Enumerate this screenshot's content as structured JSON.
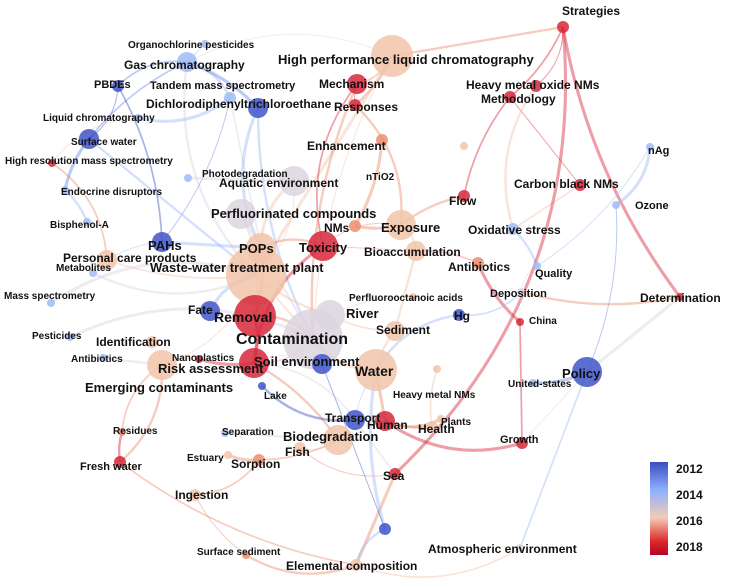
{
  "colorbar": {
    "ticks": [
      "2012",
      "2014",
      "2016",
      "2018"
    ],
    "colors": [
      "#3b4cc0",
      "#8db0fe",
      "#f2cbb7",
      "#dd2a2a",
      "#b40426"
    ]
  },
  "node_colors": {
    "2012": "#4055c8",
    "2013": "#6b8ae6",
    "2014": "#9fbcf6",
    "2015": "#dcd5de",
    "2016": "#f2c4aa",
    "2017": "#ec8f6f",
    "2018": "#d6283a"
  },
  "nodes": [
    {
      "id": "strategies",
      "label": "Strategies",
      "year": "2018",
      "size": "s"
    },
    {
      "id": "organochlorine",
      "label": "Organochlorine pesticides",
      "year": "2014",
      "size": "xs"
    },
    {
      "id": "hplc",
      "label": "High performance liquid chromatography",
      "year": "2016",
      "size": "xl"
    },
    {
      "id": "gc",
      "label": "Gas chromatography",
      "year": "2014",
      "size": "m"
    },
    {
      "id": "mechanism",
      "label": "Mechanism",
      "year": "2018",
      "size": "m"
    },
    {
      "id": "heavymetaloxide",
      "label": "Heavy metal oxide NMs",
      "year": "2018",
      "size": "s"
    },
    {
      "id": "methodology",
      "label": "Methodology",
      "year": "2018",
      "size": "s"
    },
    {
      "id": "pbdes",
      "label": "PBDEs",
      "year": "2012",
      "size": "s"
    },
    {
      "id": "tandem",
      "label": "Tandem mass spectrometry",
      "year": "2014",
      "size": "s"
    },
    {
      "id": "ddt",
      "label": "Dichlorodiphenyltrichloroethane",
      "year": "2012",
      "size": "m"
    },
    {
      "id": "responses",
      "label": "Responses",
      "year": "2018",
      "size": "s"
    },
    {
      "id": "lc",
      "label": "Liquid chromatography",
      "year": "2014",
      "size": "xs"
    },
    {
      "id": "surfacewater",
      "label": "Surface water",
      "year": "2012",
      "size": "m"
    },
    {
      "id": "enhancement",
      "label": "Enhancement",
      "year": "2017",
      "size": "s"
    },
    {
      "id": "nag",
      "label": "nAg",
      "year": "2014",
      "size": "xs"
    },
    {
      "id": "hrms",
      "label": "High resolution mass spectrometry",
      "year": "2018",
      "size": "xs"
    },
    {
      "id": "photodeg",
      "label": "Photodegradation",
      "year": "2014",
      "size": "xs"
    },
    {
      "id": "aquatic",
      "label": "Aquatic environment",
      "year": "2015",
      "size": "l"
    },
    {
      "id": "ntio2",
      "label": "nTiO2",
      "year": "2016",
      "size": "xs"
    },
    {
      "id": "carbonblack",
      "label": "Carbon black NMs",
      "year": "2018",
      "size": "s"
    },
    {
      "id": "endocrine",
      "label": "Endocrine disruptors",
      "year": "2014",
      "size": "xs"
    },
    {
      "id": "flow",
      "label": "Flow",
      "year": "2018",
      "size": "s"
    },
    {
      "id": "ozone",
      "label": "Ozone",
      "year": "2014",
      "size": "xs"
    },
    {
      "id": "pfc",
      "label": "Perfluorinated compounds",
      "year": "2015",
      "size": "l"
    },
    {
      "id": "bisphenol",
      "label": "Bisphenol-A",
      "year": "2014",
      "size": "xs"
    },
    {
      "id": "nms",
      "label": "NMs",
      "year": "2017",
      "size": "s"
    },
    {
      "id": "exposure",
      "label": "Exposure",
      "year": "2016",
      "size": "l"
    },
    {
      "id": "oxidative",
      "label": "Oxidative stress",
      "year": "2014",
      "size": "s"
    },
    {
      "id": "pahs",
      "label": "PAHs",
      "year": "2012",
      "size": "m"
    },
    {
      "id": "pops",
      "label": "POPs",
      "year": "2016",
      "size": "l"
    },
    {
      "id": "toxicity",
      "label": "Toxicity",
      "year": "2018",
      "size": "l"
    },
    {
      "id": "pcp",
      "label": "Personal care products",
      "year": "2016",
      "size": "m"
    },
    {
      "id": "metabolites",
      "label": "Metabolites",
      "year": "2014",
      "size": "xs"
    },
    {
      "id": "wwtp",
      "label": "Waste-water treatment plant",
      "year": "2016",
      "size": "xxl"
    },
    {
      "id": "bioaccum",
      "label": "Bioaccumulation",
      "year": "2016",
      "size": "m"
    },
    {
      "id": "antibiotics_r",
      "label": "Antibiotics",
      "year": "2017",
      "size": "s"
    },
    {
      "id": "quality",
      "label": "Quality",
      "year": "2014",
      "size": "xs"
    },
    {
      "id": "ms",
      "label": "Mass spectrometry",
      "year": "2014",
      "size": "xs"
    },
    {
      "id": "deposition",
      "label": "Deposition",
      "year": "2015",
      "size": "xs"
    },
    {
      "id": "determination",
      "label": "Determination",
      "year": "2018",
      "size": "xs"
    },
    {
      "id": "pfoa",
      "label": "Perfluorooctanoic acids",
      "year": "2016",
      "size": "xs"
    },
    {
      "id": "fate",
      "label": "Fate",
      "year": "2012",
      "size": "m"
    },
    {
      "id": "removal",
      "label": "Removal",
      "year": "2018",
      "size": "xl"
    },
    {
      "id": "river",
      "label": "River",
      "year": "2015",
      "size": "l"
    },
    {
      "id": "hg",
      "label": "Hg",
      "year": "2012",
      "size": "s"
    },
    {
      "id": "pesticides",
      "label": "Pesticides",
      "year": "2014",
      "size": "xs"
    },
    {
      "id": "identification",
      "label": "Identification",
      "year": "2016",
      "size": "s"
    },
    {
      "id": "china",
      "label": "China",
      "year": "2018",
      "size": "xs"
    },
    {
      "id": "sediment",
      "label": "Sediment",
      "year": "2016",
      "size": "m"
    },
    {
      "id": "contamination",
      "label": "Contamination",
      "year": "2015",
      "size": "xxl"
    },
    {
      "id": "antibiotics_l",
      "label": "Antibiotics",
      "year": "2014",
      "size": "xs"
    },
    {
      "id": "nanoplastics",
      "label": "Nanoplastics",
      "year": "2018",
      "size": "xs"
    },
    {
      "id": "soilenv",
      "label": "Soil environment",
      "year": "2012",
      "size": "m"
    },
    {
      "id": "risk",
      "label": "Risk assessment",
      "year": "2018",
      "size": "l"
    },
    {
      "id": "water",
      "label": "Water",
      "year": "2016",
      "size": "xl"
    },
    {
      "id": "emerging",
      "label": "Emerging contaminants",
      "year": "2016",
      "size": "l"
    },
    {
      "id": "policy",
      "label": "Policy",
      "year": "2012",
      "size": "l"
    },
    {
      "id": "unitedstates",
      "label": "United-states",
      "year": "2014",
      "size": "xs"
    },
    {
      "id": "heavymetalnms",
      "label": "Heavy metal NMs",
      "year": "2016",
      "size": "xs"
    },
    {
      "id": "lake",
      "label": "Lake",
      "year": "2012",
      "size": "xs"
    },
    {
      "id": "plants",
      "label": "Plants",
      "year": "2016",
      "size": "xs"
    },
    {
      "id": "transport",
      "label": "Transport",
      "year": "2012",
      "size": "m"
    },
    {
      "id": "human",
      "label": "Human",
      "year": "2018",
      "size": "m"
    },
    {
      "id": "health",
      "label": "Health",
      "year": "2016",
      "size": "s"
    },
    {
      "id": "residues",
      "label": "Residues",
      "year": "2017",
      "size": "xs"
    },
    {
      "id": "separation",
      "label": "Separation",
      "year": "2014",
      "size": "xs"
    },
    {
      "id": "biodeg",
      "label": "Biodegradation",
      "year": "2016",
      "size": "l"
    },
    {
      "id": "growth",
      "label": "Growth",
      "year": "2018",
      "size": "s"
    },
    {
      "id": "estuary",
      "label": "Estuary",
      "year": "2016",
      "size": "xs"
    },
    {
      "id": "fish",
      "label": "Fish",
      "year": "2016",
      "size": "s"
    },
    {
      "id": "sorption",
      "label": "Sorption",
      "year": "2017",
      "size": "s"
    },
    {
      "id": "freshwater",
      "label": "Fresh water",
      "year": "2018",
      "size": "s"
    },
    {
      "id": "sea",
      "label": "Sea",
      "year": "2018",
      "size": "s"
    },
    {
      "id": "ingestion",
      "label": "Ingestion",
      "year": "2016",
      "size": "s"
    },
    {
      "id": "surfacesediment",
      "label": "Surface sediment",
      "year": "2017",
      "size": "xs"
    },
    {
      "id": "atmospheric",
      "label": "Atmospheric environment",
      "year": "2015",
      "size": "xs"
    },
    {
      "id": "elemental",
      "label": "Elemental composition",
      "year": "2016",
      "size": "s"
    },
    {
      "id": "hub_lower",
      "label": "",
      "year": "2012",
      "size": "s"
    }
  ],
  "edges": [
    [
      "strategies",
      "heavymetaloxide"
    ],
    [
      "strategies",
      "methodology"
    ],
    [
      "strategies",
      "hplc"
    ],
    [
      "strategies",
      "determination"
    ],
    [
      "hplc",
      "gc"
    ],
    [
      "hplc",
      "mechanism"
    ],
    [
      "hplc",
      "responses"
    ],
    [
      "hplc",
      "wwtp"
    ],
    [
      "hplc",
      "contamination"
    ],
    [
      "gc",
      "pbdes"
    ],
    [
      "gc",
      "tandem"
    ],
    [
      "gc",
      "ddt"
    ],
    [
      "gc",
      "organochlorine"
    ],
    [
      "gc",
      "surfacewater"
    ],
    [
      "gc",
      "wwtp"
    ],
    [
      "tandem",
      "lc"
    ],
    [
      "tandem",
      "pahs"
    ],
    [
      "tandem",
      "pops"
    ],
    [
      "ddt",
      "contamination"
    ],
    [
      "ddt",
      "pops"
    ],
    [
      "pbdes",
      "surfacewater"
    ],
    [
      "pbdes",
      "pahs"
    ],
    [
      "surfacewater",
      "wwtp"
    ],
    [
      "surfacewater",
      "endocrine"
    ],
    [
      "lc",
      "hrms"
    ],
    [
      "hrms",
      "pcp"
    ],
    [
      "endocrine",
      "bisphenol"
    ],
    [
      "photodeg",
      "aquatic"
    ],
    [
      "mechanism",
      "responses"
    ],
    [
      "mechanism",
      "toxicity"
    ],
    [
      "responses",
      "exposure"
    ],
    [
      "enhancement",
      "nms"
    ],
    [
      "methodology",
      "carbonblack"
    ],
    [
      "methodology",
      "flow"
    ],
    [
      "heavymetaloxide",
      "oxidative"
    ],
    [
      "nag",
      "ozone"
    ],
    [
      "ozone",
      "policy"
    ],
    [
      "carbonblack",
      "oxidative"
    ],
    [
      "flow",
      "exposure"
    ],
    [
      "aquatic",
      "pops"
    ],
    [
      "aquatic",
      "wwtp"
    ],
    [
      "pfc",
      "wwtp"
    ],
    [
      "pfc",
      "contamination"
    ],
    [
      "nms",
      "exposure"
    ],
    [
      "exposure",
      "toxicity"
    ],
    [
      "exposure",
      "bioaccum"
    ],
    [
      "oxidative",
      "quality"
    ],
    [
      "pahs",
      "pops"
    ],
    [
      "pahs",
      "pcp"
    ],
    [
      "pops",
      "wwtp"
    ],
    [
      "pops",
      "toxicity"
    ],
    [
      "pops",
      "removal"
    ],
    [
      "toxicity",
      "bioaccum"
    ],
    [
      "pcp",
      "wwtp"
    ],
    [
      "metabolites",
      "wwtp"
    ],
    [
      "ms",
      "wwtp"
    ],
    [
      "wwtp",
      "removal"
    ],
    [
      "wwtp",
      "contamination"
    ],
    [
      "wwtp",
      "river"
    ],
    [
      "wwtp",
      "fate"
    ],
    [
      "wwtp",
      "emerging"
    ],
    [
      "bioaccum",
      "antibiotics_r"
    ],
    [
      "bioaccum",
      "sediment"
    ],
    [
      "antibiotics_r",
      "china"
    ],
    [
      "quality",
      "deposition"
    ],
    [
      "deposition",
      "hg"
    ],
    [
      "determination",
      "deposition"
    ],
    [
      "determination",
      "policy"
    ],
    [
      "pfoa",
      "river"
    ],
    [
      "fate",
      "removal"
    ],
    [
      "removal",
      "contamination"
    ],
    [
      "removal",
      "risk"
    ],
    [
      "river",
      "contamination"
    ],
    [
      "river",
      "sediment"
    ],
    [
      "hg",
      "water"
    ],
    [
      "pesticides",
      "contamination"
    ],
    [
      "identification",
      "emerging"
    ],
    [
      "china",
      "growth"
    ],
    [
      "sediment",
      "water"
    ],
    [
      "contamination",
      "water"
    ],
    [
      "contamination",
      "risk"
    ],
    [
      "contamination",
      "soilenv"
    ],
    [
      "antibiotics_l",
      "emerging"
    ],
    [
      "nanoplastics",
      "risk"
    ],
    [
      "soilenv",
      "risk"
    ],
    [
      "risk",
      "transport"
    ],
    [
      "risk",
      "biodeg"
    ],
    [
      "water",
      "human"
    ],
    [
      "water",
      "transport"
    ],
    [
      "emerging",
      "residues"
    ],
    [
      "emerging",
      "freshwater"
    ],
    [
      "policy",
      "unitedstates"
    ],
    [
      "policy",
      "growth"
    ],
    [
      "heavymetalnms",
      "health"
    ],
    [
      "lake",
      "transport"
    ],
    [
      "plants",
      "human"
    ],
    [
      "transport",
      "human"
    ],
    [
      "transport",
      "sea"
    ],
    [
      "human",
      "health"
    ],
    [
      "human",
      "growth"
    ],
    [
      "biodeg",
      "fish"
    ],
    [
      "biodeg",
      "sorption"
    ],
    [
      "separation",
      "biodeg"
    ],
    [
      "estuary",
      "sorption"
    ],
    [
      "fish",
      "sea"
    ],
    [
      "sorption",
      "ingestion"
    ],
    [
      "freshwater",
      "residues"
    ],
    [
      "sea",
      "elemental"
    ],
    [
      "ingestion",
      "surfacesediment"
    ],
    [
      "elemental",
      "atmospheric"
    ],
    [
      "elemental",
      "hub_lower"
    ],
    [
      "hub_lower",
      "water"
    ],
    [
      "hub_lower",
      "soilenv"
    ],
    [
      "freshwater",
      "elemental"
    ],
    [
      "surfacesediment",
      "elemental"
    ],
    [
      "strategies",
      "sea"
    ],
    [
      "nag",
      "quality"
    ],
    [
      "atmospheric",
      "policy"
    ],
    [
      "mechanism",
      "contamination"
    ],
    [
      "toxicity",
      "risk"
    ]
  ]
}
